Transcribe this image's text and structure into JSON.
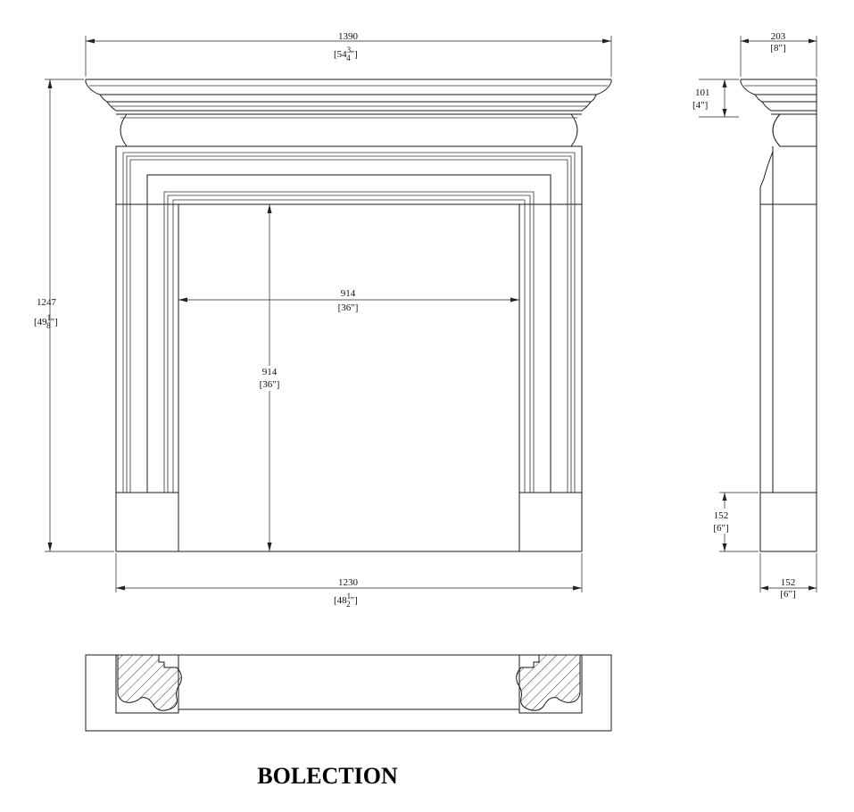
{
  "title": "BOLECTION",
  "dimensions": {
    "overall_width": {
      "mm": "1390",
      "inch": "[54",
      "inch_frac_num": "3",
      "inch_frac_den": "4",
      "inch_close": "\"]"
    },
    "overall_height": {
      "mm": "1247",
      "inch": "[49",
      "inch_frac_num": "1",
      "inch_frac_den": "8",
      "inch_close": "\"]"
    },
    "opening_width": {
      "mm": "914",
      "inch": "[36\"]"
    },
    "opening_height": {
      "mm": "914",
      "inch": "[36\"]"
    },
    "base_width": {
      "mm": "1230",
      "inch": "[48",
      "inch_frac_num": "1",
      "inch_frac_den": "2",
      "inch_close": "\"]"
    },
    "side_depth": {
      "mm": "203",
      "inch": "[8\"]"
    },
    "shelf_height": {
      "mm": "101",
      "inch": "[4\"]"
    },
    "plinth_height": {
      "mm": "152",
      "inch": "[6\"]"
    },
    "plinth_depth": {
      "mm": "152",
      "inch": "[6\"]"
    }
  }
}
